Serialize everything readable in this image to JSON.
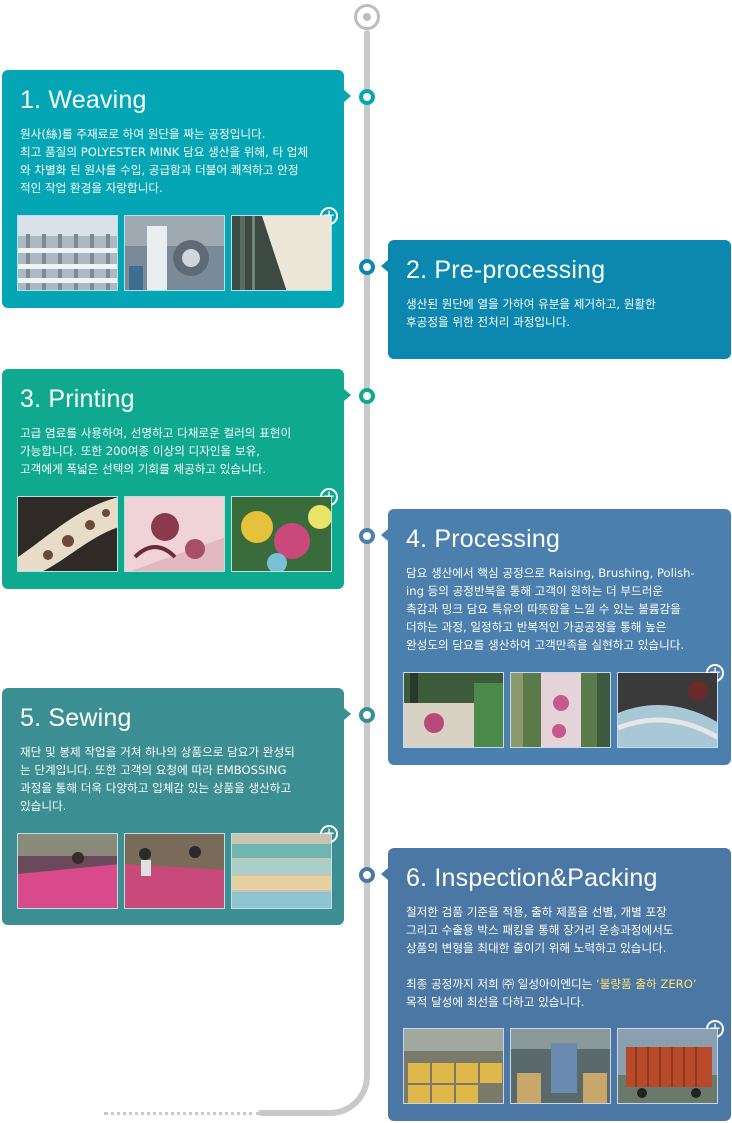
{
  "colors": {
    "weaving": "#04a6b5",
    "preprocessing": "#0b87b0",
    "printing": "#0ea98e",
    "processing": "#4a7fae",
    "sewing": "#3b8e91",
    "inspection": "#4b77a4",
    "timeline": "#c9c9c9",
    "highlight": "#ffe17a"
  },
  "steps": [
    {
      "title": "1. Weaving",
      "text": "원사(絲)를 주재료로 하여 원단을 짜는 공정입니다.\n최고 품질의 POLYESTER MINK 담요 생산을 위해, 타 업체\n와 차별화 된 원사를 수입, 공급함과 더불어 쾌적하고 안정\n적인 작업 환경을 자랑합니다.",
      "more_icon": "plus-circle-icon"
    },
    {
      "title": "2. Pre-processing",
      "text": "생산된 원단에 열을 가하여 유분을 제거하고, 원활한\n후공정을 위한 전처리 과정입니다."
    },
    {
      "title": "3. Printing",
      "text": "고급 염료를 사용하여, 선명하고 다채로운 컬러의 표현이\n가능합니다. 또한 200여종 이상의 디자인을 보유,\n고객에게 폭넓은 선택의 기회를 제공하고 있습니다.",
      "more_icon": "plus-circle-icon"
    },
    {
      "title": "4. Processing",
      "text": "담요 생산에서 핵심 공정으로 Raising, Brushing, Polish-\ning 등의 공정반복을 통해 고객이 원하는 더 부드러운\n촉감과 밍크 담요 특유의 따뜻함을 느낄 수 있는 볼륨감을\n더하는 과정, 일정하고 반복적인 가공공정을 통해 높은\n완성도의 담요를 생산하여 고객만족을 실현하고 있습니다.",
      "more_icon": "plus-circle-icon"
    },
    {
      "title": "5. Sewing",
      "text": "재단 및 봉제 작업을 거쳐 하나의 상품으로 담요가 완성되\n는 단계입니다. 또한 고객의 요청에 따라 EMBOSSING\n과정을 통해 더욱 다양하고 입체감 있는 상품을 생산하고\n있습니다.",
      "more_icon": "plus-circle-icon"
    },
    {
      "title": "6. Inspection&Packing",
      "text": "철저한 검품 기준을 적용, 출하 제품을 선별, 개별 포장\n그리고 수출용 박스 패킹을 통해 장거리 운송과정에서도\n상품의 변형을 최대한 줄이기 위해 노력하고 있습니다.",
      "text2_pre": "최종 공정까지 저희 ㈜ 일성아이엔디는 ",
      "text2_hl": "‘불량품 출하 ZERO’",
      "text2_post": "\n목적 달성에 최선을 다하고 있습니다.",
      "more_icon": "plus-circle-icon"
    }
  ]
}
